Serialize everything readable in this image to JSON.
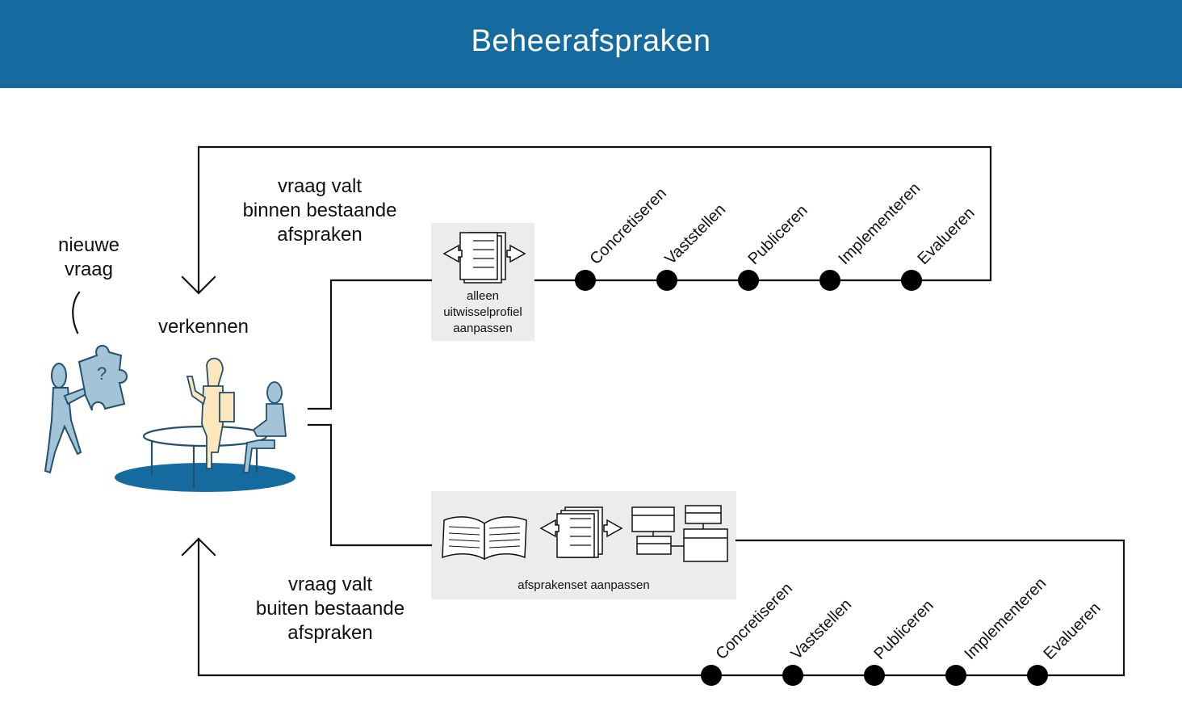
{
  "header": {
    "title": "Beheerafspraken"
  },
  "labels": {
    "new_question": [
      "nieuwe",
      "vraag"
    ],
    "explore": "verkennen",
    "within": [
      "vraag valt",
      "binnen bestaande",
      "afspraken"
    ],
    "outside": [
      "vraag valt",
      "buiten bestaande",
      "afspraken"
    ]
  },
  "boxes": {
    "top": [
      "alleen",
      "uitwisselprofiel",
      "aanpassen"
    ],
    "bottom": "afsprakenset aanpassen"
  },
  "steps_top": [
    "Concretiseren",
    "Vaststellen",
    "Publiceren",
    "Implementeren",
    "Evalueren"
  ],
  "steps_bottom": [
    "Concretiseren",
    "Vaststellen",
    "Publiceren",
    "Implementeren",
    "Evalueren"
  ],
  "colors": {
    "header": "#156b9f",
    "figure_fill": "#a3c3d6",
    "figure_stroke": "#24506f",
    "table_shadow": "#156b9f",
    "highlight_person": "#fbe7bb",
    "box_bg": "#ececec"
  }
}
